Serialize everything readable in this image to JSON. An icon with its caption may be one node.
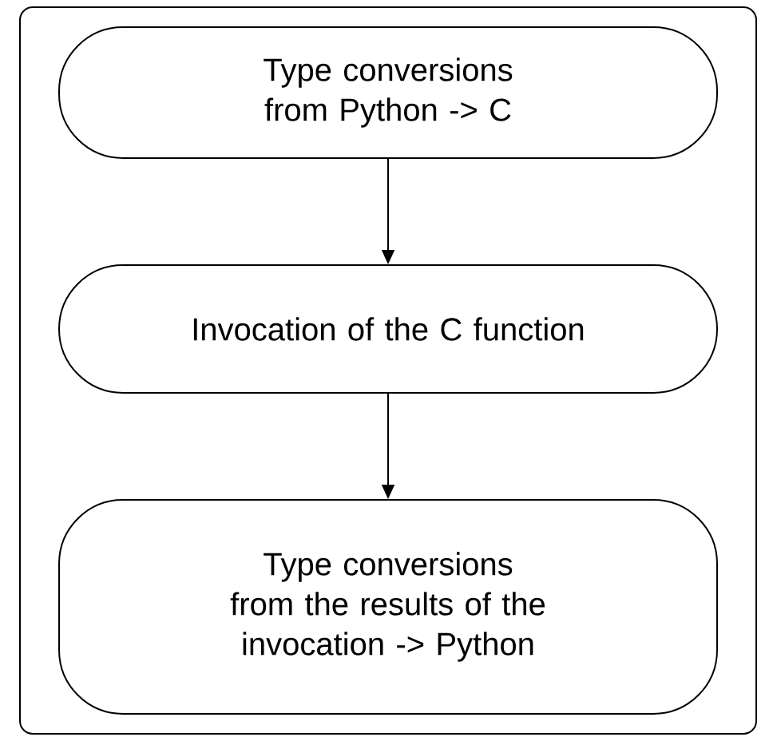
{
  "diagram": {
    "nodes": [
      {
        "text": [],
        "shape": "box"
      },
      {
        "text": [
          "Type conversions from Python -> C"
        ],
        "in": 0
      },
      {
        "text": [
          "Invocation of the C function"
        ],
        "in": 0
      },
      {
        "text": [
          "Type conversions from the results of the invocation -> Python"
        ],
        "in": 0
      }
    ],
    "edges": [
      {
        "from": 1,
        "to": 2,
        "arrow": "to"
      },
      {
        "from": 2,
        "to": 3,
        "arrow": "to"
      }
    ]
  }
}
